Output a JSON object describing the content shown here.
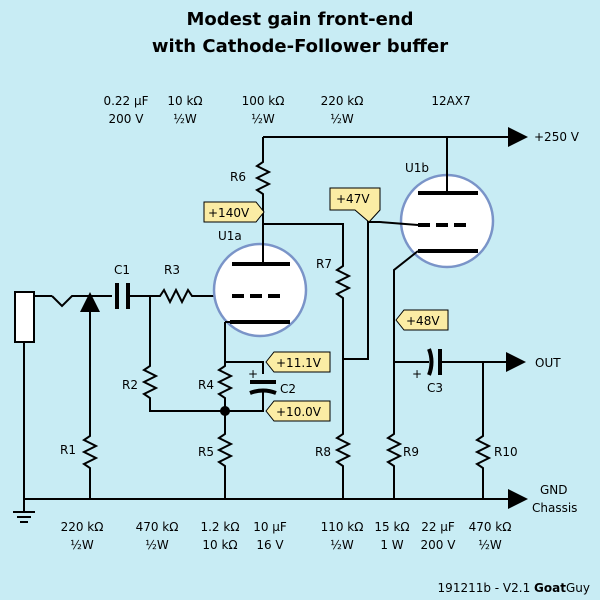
{
  "title": {
    "line1": "Modest gain front-end",
    "line2": "with Cathode-Follower buffer"
  },
  "top_values": [
    {
      "l1": "0.22 µF",
      "l2": "200 V"
    },
    {
      "l1": "10 kΩ",
      "l2": "½W"
    },
    {
      "l1": "100 kΩ",
      "l2": "½W"
    },
    {
      "l1": "220 kΩ",
      "l2": "½W"
    },
    {
      "l1": "12AX7",
      "l2": ""
    }
  ],
  "bottom_values": [
    {
      "l1": "220 kΩ",
      "l2": "½W"
    },
    {
      "l1": "470 kΩ",
      "l2": "½W"
    },
    {
      "l1": "1.2 kΩ",
      "l2": "10 kΩ"
    },
    {
      "l1": "10 µF",
      "l2": "16 V"
    },
    {
      "l1": "110 kΩ",
      "l2": "½W"
    },
    {
      "l1": "15 kΩ",
      "l2": "1 W"
    },
    {
      "l1": "22 µF",
      "l2": "200 V"
    },
    {
      "l1": "470 kΩ",
      "l2": "½W"
    }
  ],
  "components": {
    "r1": "R1",
    "r2": "R2",
    "r3": "R3",
    "r4": "R4",
    "r5": "R5",
    "r6": "R6",
    "r7": "R7",
    "r8": "R8",
    "r9": "R9",
    "r10": "R10",
    "c1": "C1",
    "c2": "C2",
    "c3": "C3",
    "u1a": "U1a",
    "u1b": "U1b",
    "plus_c2": "+",
    "plus_c3": "+"
  },
  "voltages": {
    "plate_a": "+140V",
    "grid_b": "+47V",
    "cathode_b": "+48V",
    "cathode_a": "+11.1V",
    "bias_node": "+10.0V"
  },
  "rails": {
    "supply": "+250 V",
    "out": "OUT",
    "gnd": "GND",
    "chassis": "Chassis"
  },
  "footer": {
    "rev": "191211b - V2.1 ",
    "author_bold": "Goat",
    "author": "Guy"
  }
}
